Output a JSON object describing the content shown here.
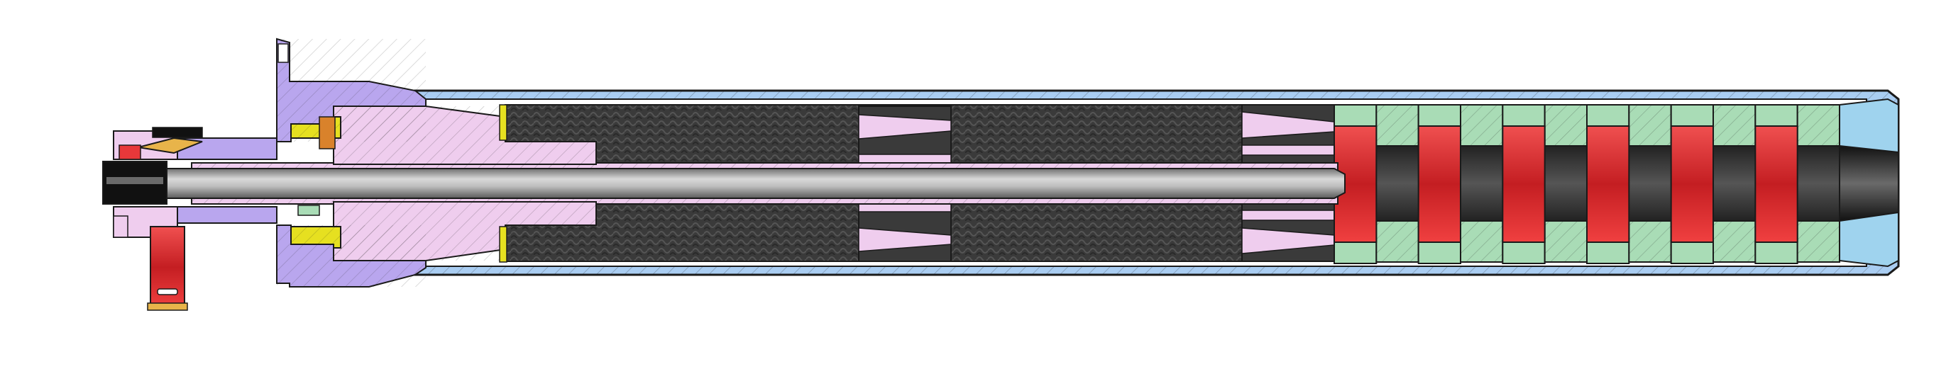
{
  "diagram": {
    "kind": "mechanical cross-section",
    "colors": {
      "background": "#ffffff",
      "outline": "#1a1a1a",
      "housing_blue": "#a9cdf2",
      "cap_blue": "#9fd3ee",
      "flange_purple": "#b9a6ee",
      "pink": "#efcdee",
      "green": "#a9dcb6",
      "red": "#e8383a",
      "yellow": "#e6e020",
      "carbon": "#3a3a3a",
      "rod_light": "#cfcfcf",
      "rod_dark": "#6e6e6e",
      "rim_black": "#111111"
    },
    "red_segments": 6,
    "green_rings": 6,
    "labels": []
  }
}
